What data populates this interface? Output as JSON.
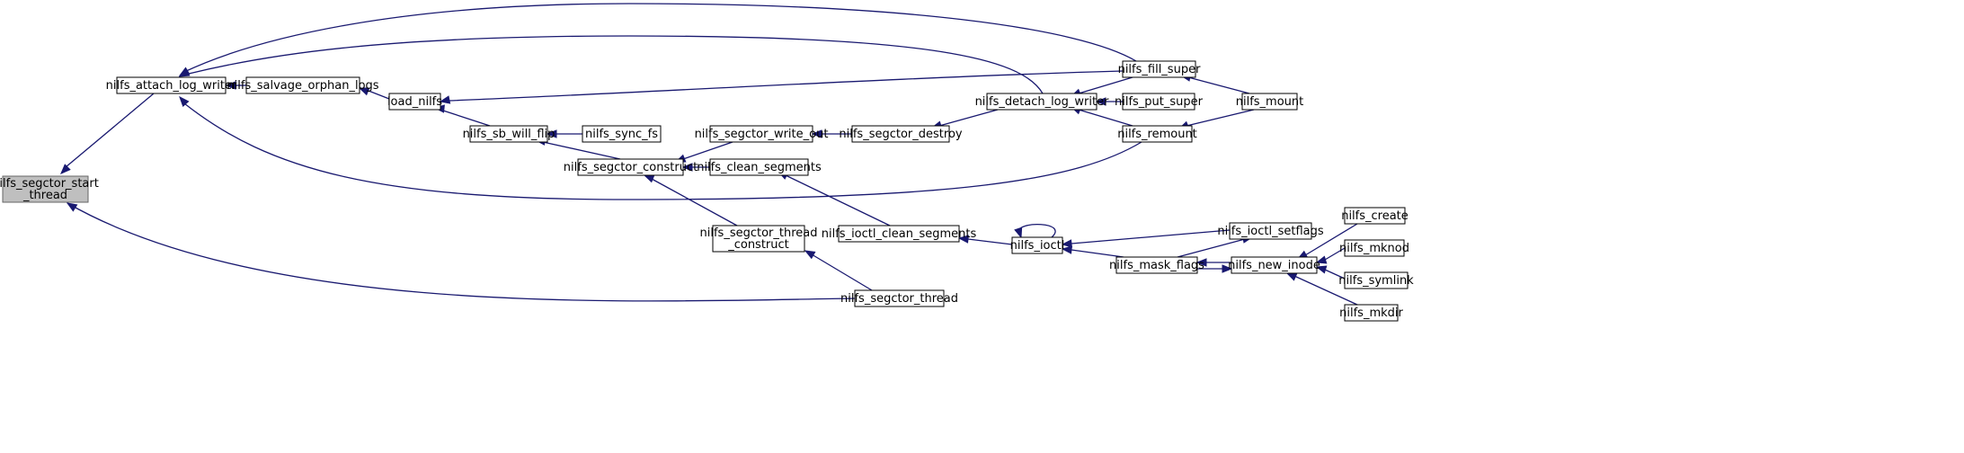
{
  "diagram": {
    "type": "call-graph",
    "colors": {
      "edge": "#191970",
      "root_fill": "#bfbfbf",
      "node_fill": "#ffffff",
      "node_border": "#000000"
    },
    "nodes": [
      {
        "id": "start_thread",
        "lines": [
          "nilfs_segctor_start",
          "_thread"
        ],
        "root": true
      },
      {
        "id": "attach",
        "lines": [
          "nilfs_attach_log_writer"
        ]
      },
      {
        "id": "salvage",
        "lines": [
          "nilfs_salvage_orphan_logs"
        ]
      },
      {
        "id": "load",
        "lines": [
          "load_nilfs"
        ]
      },
      {
        "id": "sbflip",
        "lines": [
          "nilfs_sb_will_flip"
        ]
      },
      {
        "id": "syncfs",
        "lines": [
          "nilfs_sync_fs"
        ]
      },
      {
        "id": "construct",
        "lines": [
          "nilfs_segctor_construct"
        ]
      },
      {
        "id": "writeout",
        "lines": [
          "nilfs_segctor_write_out"
        ]
      },
      {
        "id": "clean",
        "lines": [
          "nilfs_clean_segments"
        ]
      },
      {
        "id": "threadconstruct",
        "lines": [
          "nilfs_segctor_thread",
          "_construct"
        ]
      },
      {
        "id": "destroy",
        "lines": [
          "nilfs_segctor_destroy"
        ]
      },
      {
        "id": "detach",
        "lines": [
          "nilfs_detach_log_writer"
        ]
      },
      {
        "id": "fillsuper",
        "lines": [
          "nilfs_fill_super"
        ]
      },
      {
        "id": "putsuper",
        "lines": [
          "nilfs_put_super"
        ]
      },
      {
        "id": "remount",
        "lines": [
          "nilfs_remount"
        ]
      },
      {
        "id": "mount",
        "lines": [
          "nilfs_mount"
        ]
      },
      {
        "id": "ioctlclean",
        "lines": [
          "nilfs_ioctl_clean_segments"
        ]
      },
      {
        "id": "ioctl",
        "lines": [
          "nilfs_ioctl"
        ]
      },
      {
        "id": "setflags",
        "lines": [
          "nilfs_ioctl_setflags"
        ]
      },
      {
        "id": "maskflags",
        "lines": [
          "nilfs_mask_flags"
        ]
      },
      {
        "id": "newinode",
        "lines": [
          "nilfs_new_inode"
        ]
      },
      {
        "id": "create",
        "lines": [
          "nilfs_create"
        ]
      },
      {
        "id": "mknod",
        "lines": [
          "nilfs_mknod"
        ]
      },
      {
        "id": "symlink",
        "lines": [
          "nilfs_symlink"
        ]
      },
      {
        "id": "mkdir",
        "lines": [
          "nilfs_mkdir"
        ]
      },
      {
        "id": "segthread",
        "lines": [
          "nilfs_segctor_thread"
        ]
      }
    ],
    "edges": [
      {
        "from": "attach",
        "to": "start_thread"
      },
      {
        "from": "segthread",
        "to": "start_thread"
      },
      {
        "from": "salvage",
        "to": "attach"
      },
      {
        "from": "fillsuper",
        "to": "attach"
      },
      {
        "from": "detach",
        "to": "attach"
      },
      {
        "from": "remount",
        "to": "attach"
      },
      {
        "from": "load",
        "to": "salvage"
      },
      {
        "from": "sbflip",
        "to": "load"
      },
      {
        "from": "fillsuper",
        "to": "load"
      },
      {
        "from": "syncfs",
        "to": "sbflip"
      },
      {
        "from": "construct",
        "to": "sbflip"
      },
      {
        "from": "writeout",
        "to": "construct"
      },
      {
        "from": "clean",
        "to": "construct"
      },
      {
        "from": "threadconstruct",
        "to": "construct"
      },
      {
        "from": "destroy",
        "to": "writeout"
      },
      {
        "from": "detach",
        "to": "destroy"
      },
      {
        "from": "fillsuper",
        "to": "detach"
      },
      {
        "from": "putsuper",
        "to": "detach"
      },
      {
        "from": "remount",
        "to": "detach"
      },
      {
        "from": "mount",
        "to": "fillsuper"
      },
      {
        "from": "mount",
        "to": "remount"
      },
      {
        "from": "ioctlclean",
        "to": "clean"
      },
      {
        "from": "ioctl",
        "to": "ioctlclean"
      },
      {
        "from": "ioctl",
        "to": "ioctl"
      },
      {
        "from": "setflags",
        "to": "ioctl"
      },
      {
        "from": "maskflags",
        "to": "ioctl"
      },
      {
        "from": "maskflags",
        "to": "setflags"
      },
      {
        "from": "newinode",
        "to": "maskflags"
      },
      {
        "from": "maskflags",
        "to": "newinode"
      },
      {
        "from": "create",
        "to": "newinode"
      },
      {
        "from": "mknod",
        "to": "newinode"
      },
      {
        "from": "symlink",
        "to": "newinode"
      },
      {
        "from": "mkdir",
        "to": "newinode"
      },
      {
        "from": "segthread",
        "to": "threadconstruct"
      }
    ]
  }
}
